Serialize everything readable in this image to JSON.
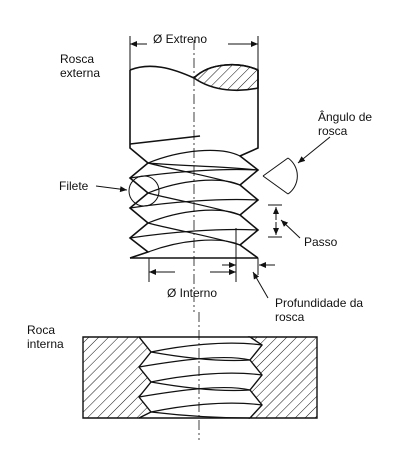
{
  "diagram": {
    "labels": {
      "diam_extreno": "Ø Extreno",
      "rosca_externa": [
        "Rosca",
        "externa"
      ],
      "angulo": [
        "Ângulo de",
        "rosca"
      ],
      "filete": "Filete",
      "passo": "Passo",
      "diam_interno": "Ø Interno",
      "profundidade": [
        "Profundidade da",
        "rosca"
      ],
      "roca_interna": [
        "Roca",
        "interna"
      ]
    },
    "colors": {
      "line": "#111111",
      "hatch": "#111111",
      "background": "#ffffff"
    }
  }
}
